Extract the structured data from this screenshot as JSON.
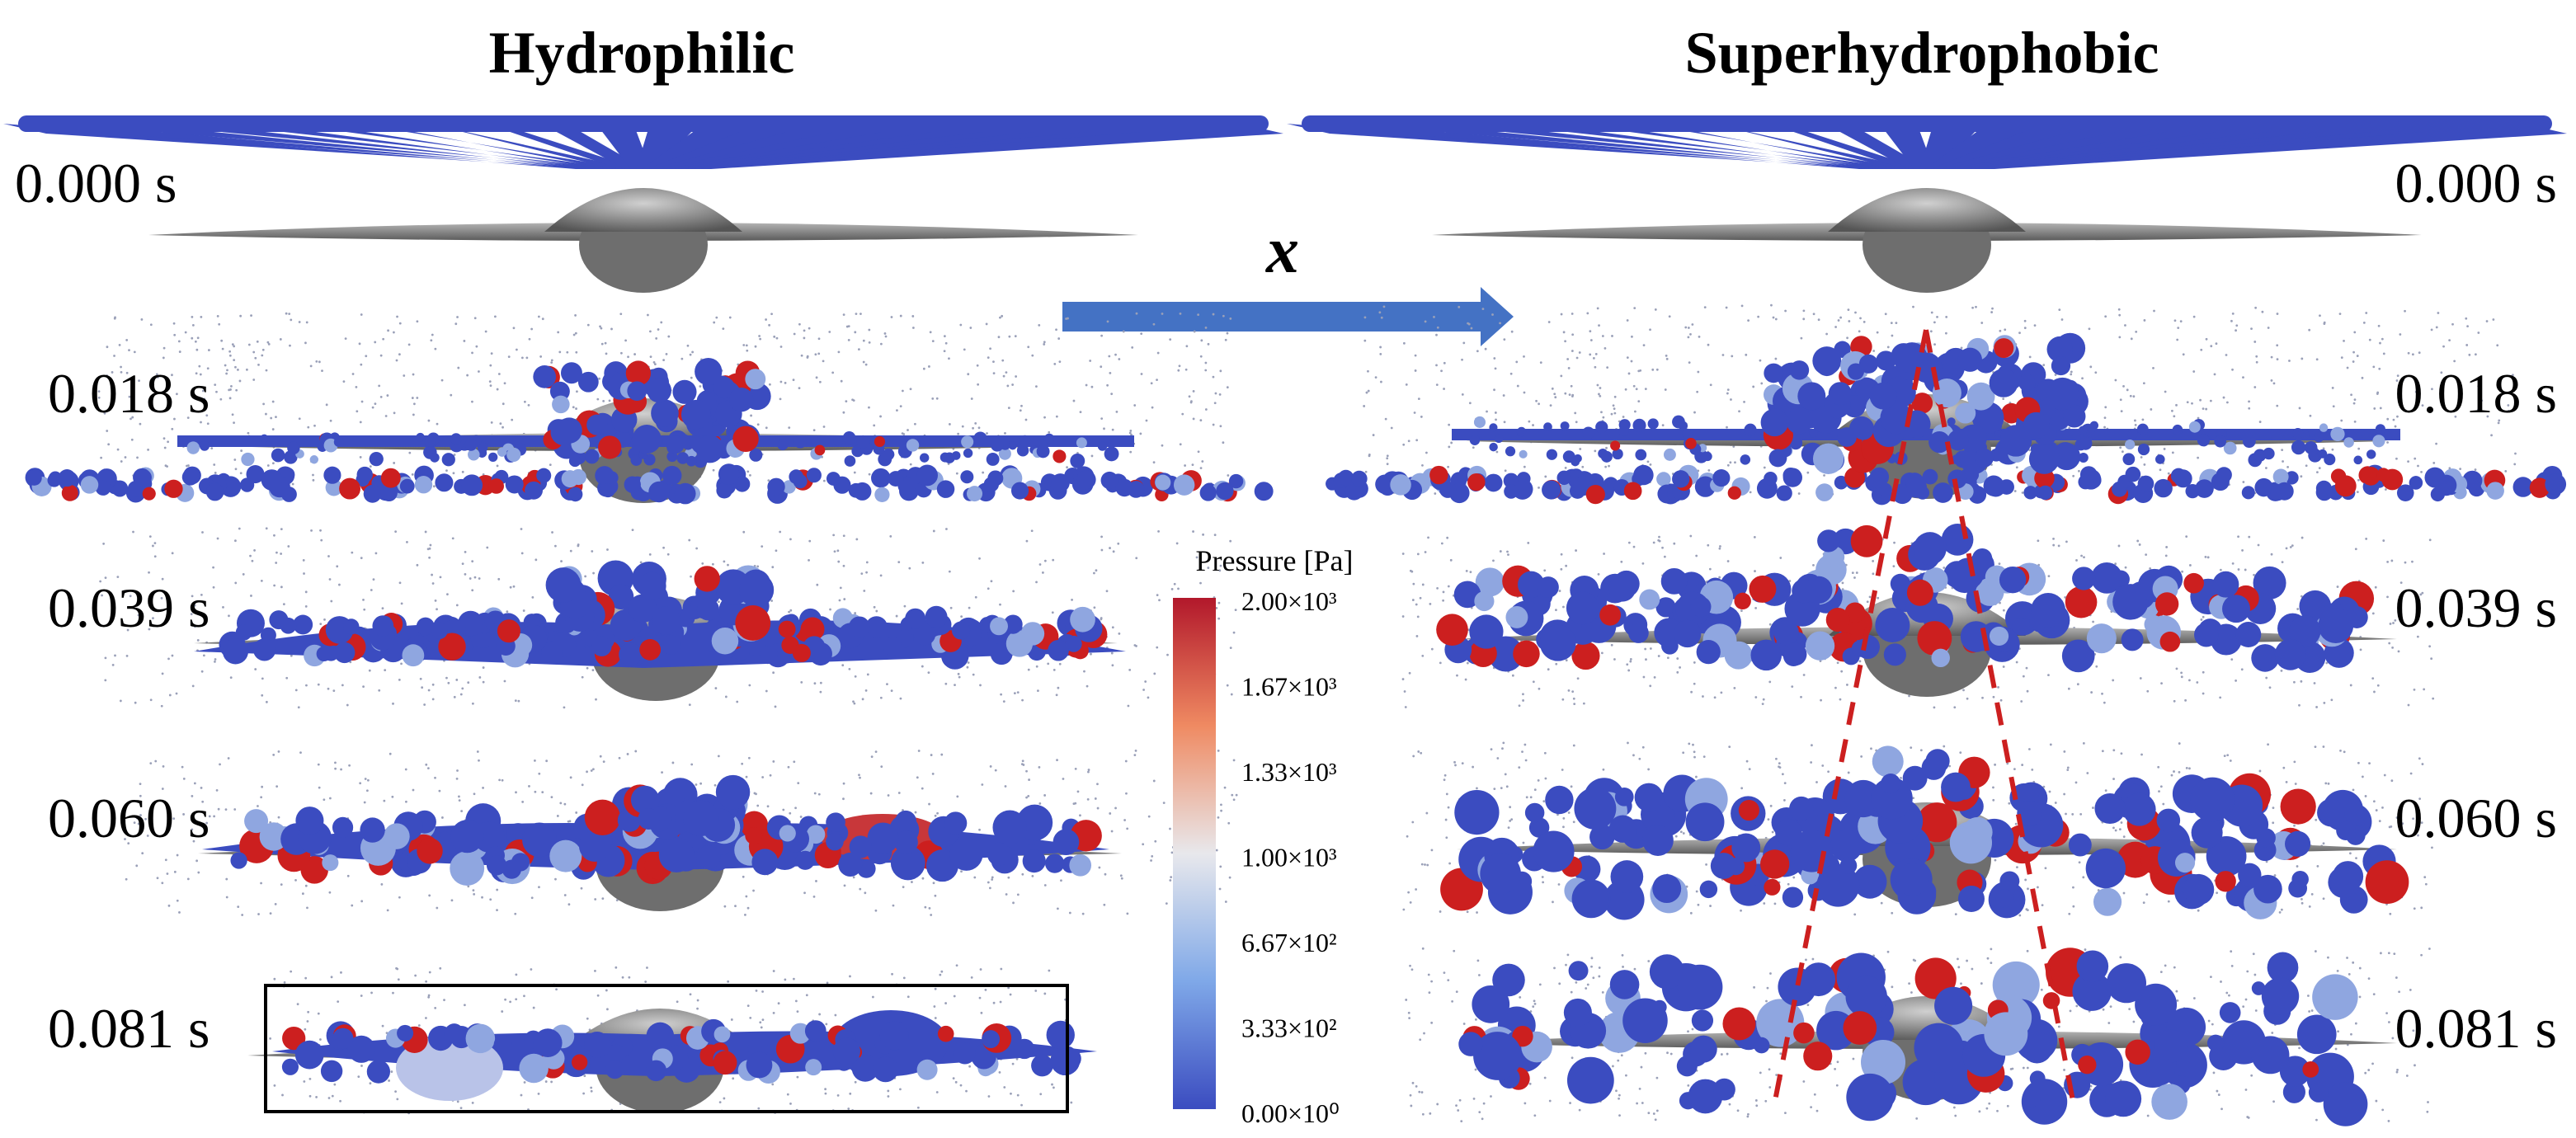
{
  "headings": {
    "left": "Hydrophilic",
    "right": "Superhydrophobic"
  },
  "axis_label": "x",
  "times": [
    "0.000 s",
    "0.018 s",
    "0.039 s",
    "0.060 s",
    "0.081 s"
  ],
  "colorbar": {
    "title": "Pressure [Pa]",
    "ticks": [
      "2.00×10³",
      "1.67×10³",
      "1.33×10³",
      "1.00×10³",
      "6.67×10²",
      "3.33×10²",
      "0.00×10⁰"
    ],
    "colors": [
      "#b2182b",
      "#ef8a62",
      "#f7f7f7",
      "#67a9cf",
      "#3b4cc0"
    ]
  },
  "colors": {
    "droplet": "#3b4cc0",
    "body": "#8c8c8c",
    "guide_line": "#cc1f1f",
    "arrow": "#4472c4"
  }
}
